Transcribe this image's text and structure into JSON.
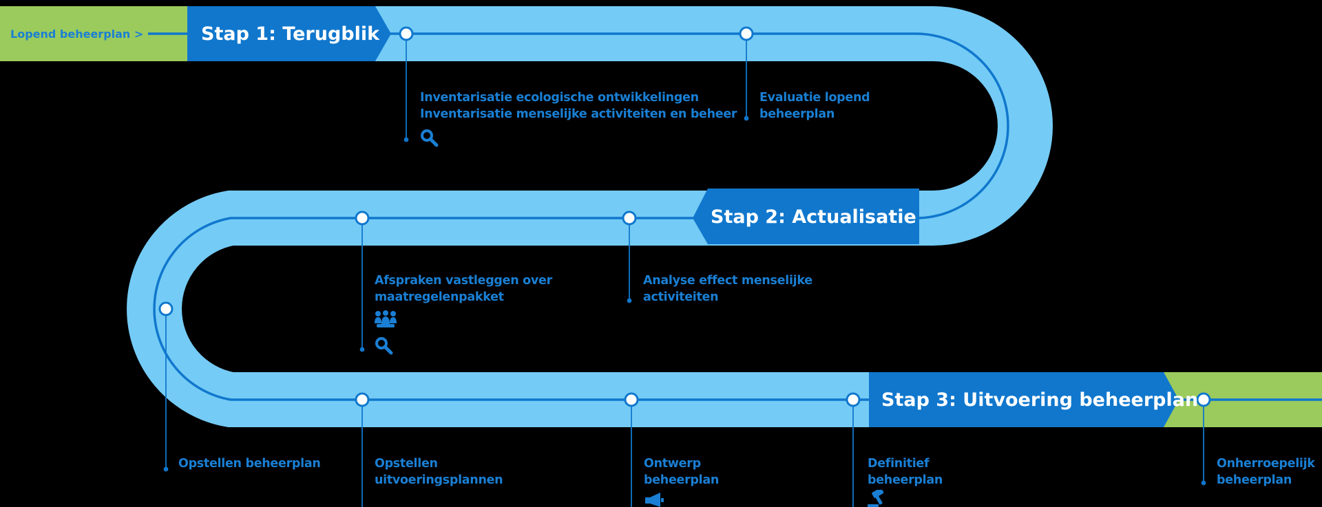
{
  "lead_in": "Lopend beheerplan >",
  "stages": {
    "stage1": "Stap 1: Terugblik",
    "stage2": "Stap 2: Actualisatie",
    "stage3": "Stap 3: Uitvoering beheerplan"
  },
  "milestones": {
    "inventarisatie": [
      "Inventarisatie ecologische ontwikkelingen",
      "Inventarisatie menselijke activiteiten en beheer"
    ],
    "evaluatie": [
      "Evaluatie lopend",
      "beheerplan"
    ],
    "afspraken": [
      "Afspraken vastleggen over",
      "maatregelenpakket"
    ],
    "analyse": [
      "Analyse effect menselijke",
      "activiteiten"
    ],
    "opstellen_beheerplan": [
      "Opstellen beheerplan"
    ],
    "uitvoeringsplannen": [
      "Opstellen",
      "uitvoeringsplannen"
    ],
    "ontwerp": [
      "Ontwerp",
      "beheerplan"
    ],
    "definitief": [
      "Definitief",
      "beheerplan"
    ],
    "onherroepelijk": [
      "Onherroepelijk",
      "beheerplan"
    ]
  },
  "icons": {
    "inventarisatie": "magnifier-icon",
    "afspraken": [
      "people-icon",
      "magnifier-icon"
    ],
    "ontwerp": "megaphone-icon",
    "definitief": "gavel-icon"
  },
  "colors": {
    "road": "#74cbf5",
    "line": "#1a7fd4",
    "stage_box": "#1077cd",
    "green": "#9bcb5d",
    "text": "#1a7fd4",
    "background": "#000000"
  }
}
